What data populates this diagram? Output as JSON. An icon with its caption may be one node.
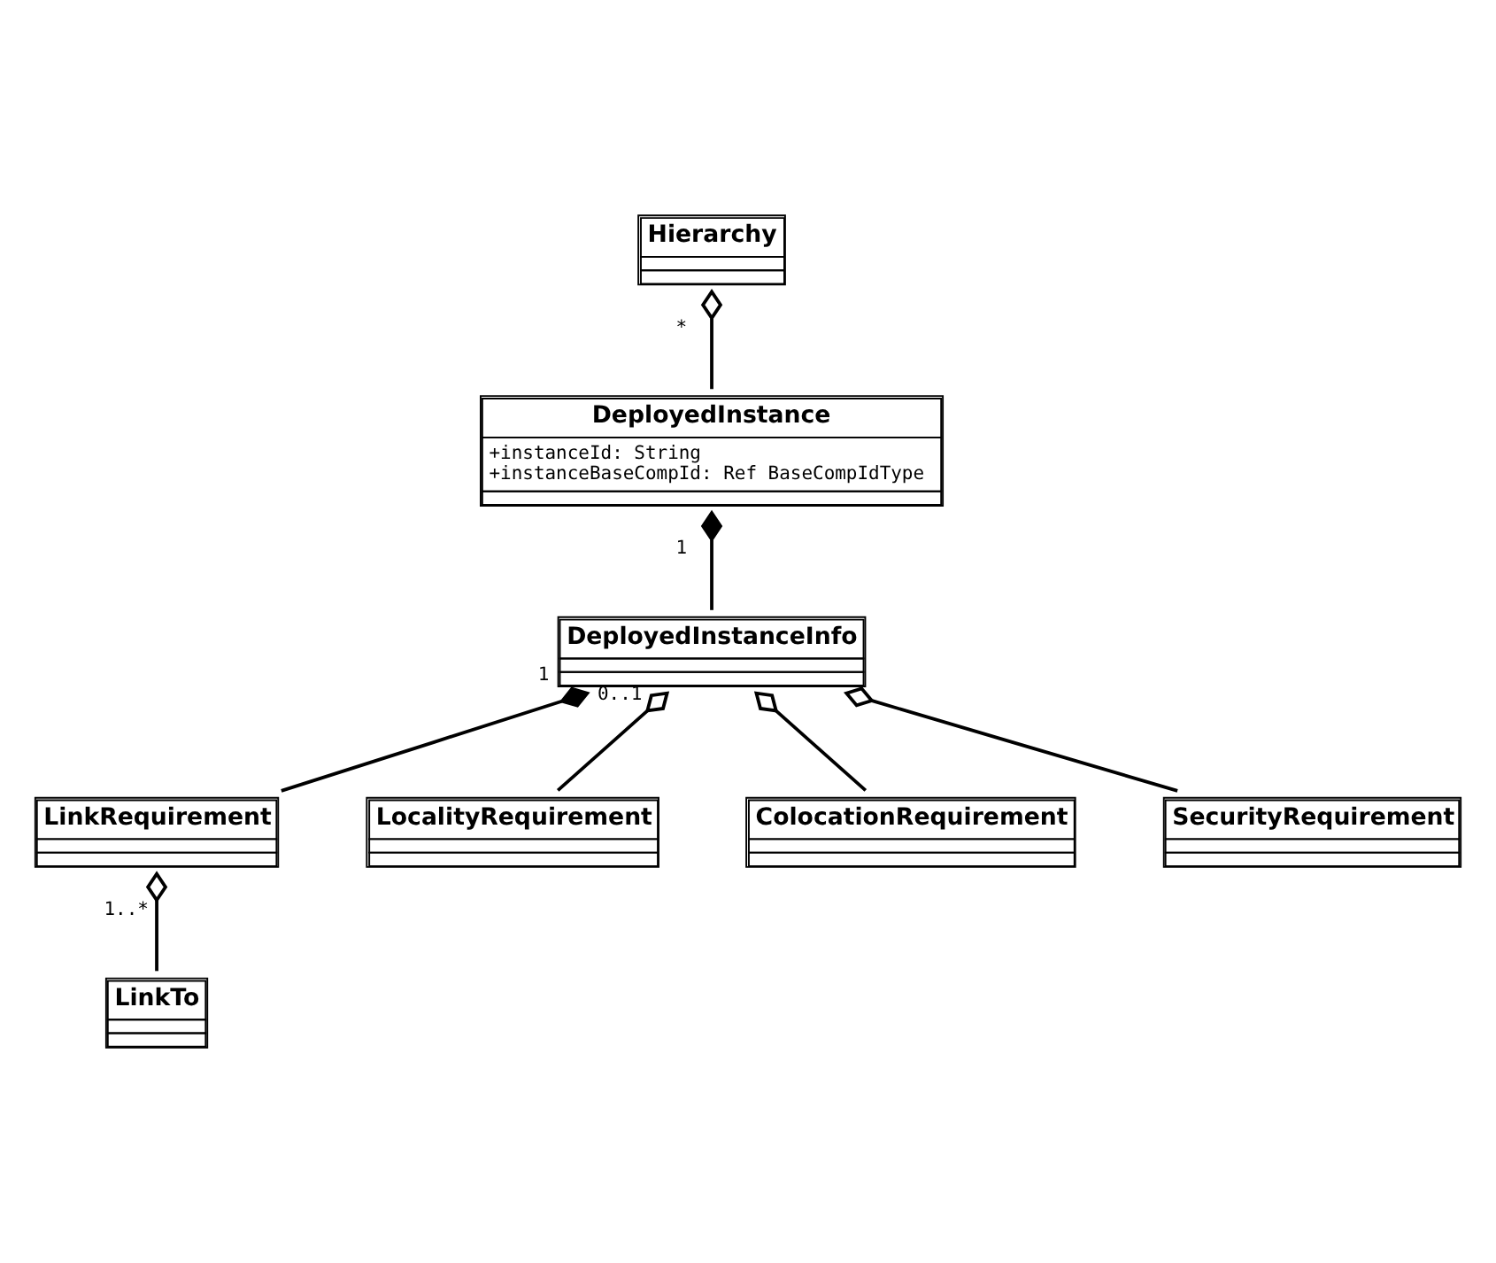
{
  "diagram": {
    "nodes": [
      {
        "text": [
          "Hierarchy"
        ]
      },
      {
        "text": [
          "DeployedInstance",
          "+instanceId: String",
          "+instanceBaseCompId: Ref BaseCompIdType"
        ]
      },
      {
        "text": [
          "DeployedInstanceInfo"
        ]
      },
      {
        "text": [
          "LinkRequirement"
        ]
      },
      {
        "text": [
          "LinkTo"
        ]
      },
      {
        "text": [
          "LocalityRequirement"
        ]
      },
      {
        "text": [
          "ColocationRequirement"
        ]
      },
      {
        "text": [
          "SecurityRequirement"
        ]
      }
    ],
    "edges": [
      {
        "from": 0,
        "to": 1,
        "arrow": "other",
        "label": "*"
      },
      {
        "from": 1,
        "to": 2,
        "arrow": "other",
        "label": "1"
      },
      {
        "from": 2,
        "to": 3,
        "arrow": "other",
        "label": "1"
      },
      {
        "from": 3,
        "to": 4,
        "arrow": "other",
        "label": "1..*"
      },
      {
        "from": 2,
        "to": 5,
        "arrow": "other",
        "label": "0..1"
      },
      {
        "from": 2,
        "to": 6,
        "arrow": "other"
      },
      {
        "from": 2,
        "to": 7,
        "arrow": "other"
      }
    ]
  }
}
